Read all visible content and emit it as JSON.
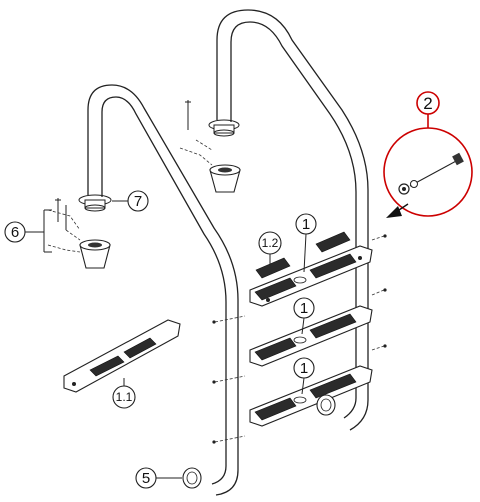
{
  "callouts": {
    "c1a": "1",
    "c1b": "1",
    "c1c": "1",
    "c12": "1.2",
    "c11": "1.1",
    "c2": "2",
    "c5": "5",
    "c6": "6",
    "c7": "7"
  },
  "colors": {
    "line": "#222222",
    "detail_circle": "#cc0000",
    "tread": "#2b2b2b"
  }
}
